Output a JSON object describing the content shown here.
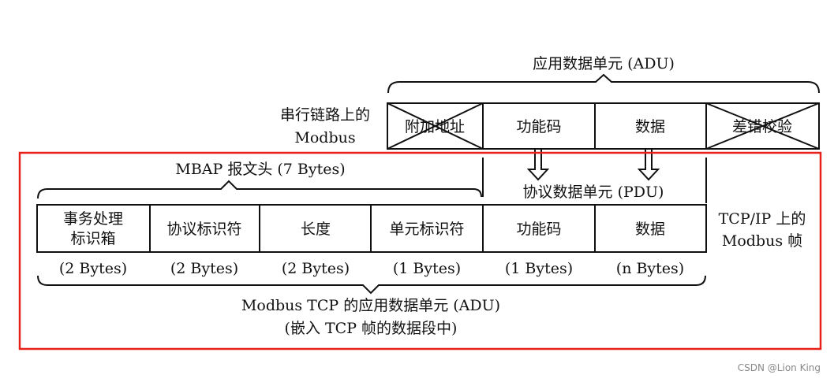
{
  "serial": {
    "adu_label": "应用数据单元 (ADU)",
    "side_label_line1": "串行链路上的",
    "side_label_line2": "Modbus",
    "cells": [
      "附加地址",
      "功能码",
      "数据",
      "差错校验"
    ]
  },
  "pdu_label": "协议数据单元 (PDU)",
  "tcp": {
    "mbap_label": "MBAP 报文头 (7 Bytes)",
    "cell0_line1": "事务处理",
    "cell0_line2": "标识箱",
    "cells": [
      "协议标识符",
      "长度",
      "单元标识符",
      "功能码",
      "数据"
    ],
    "bytes": [
      "(2 Bytes)",
      "(2 Bytes)",
      "(2 Bytes)",
      "(1 Bytes)",
      "(1 Bytes)",
      "(n Bytes)"
    ],
    "side_label_line1": "TCP/IP 上的",
    "side_label_line2": "Modbus 帧",
    "adu_label_line1": "Modbus TCP 的应用数据单元 (ADU)",
    "adu_label_line2": "(嵌入 TCP 帧的数据段中)"
  },
  "highlight_color": "#e8201a",
  "watermark": "CSDN @Lion King"
}
